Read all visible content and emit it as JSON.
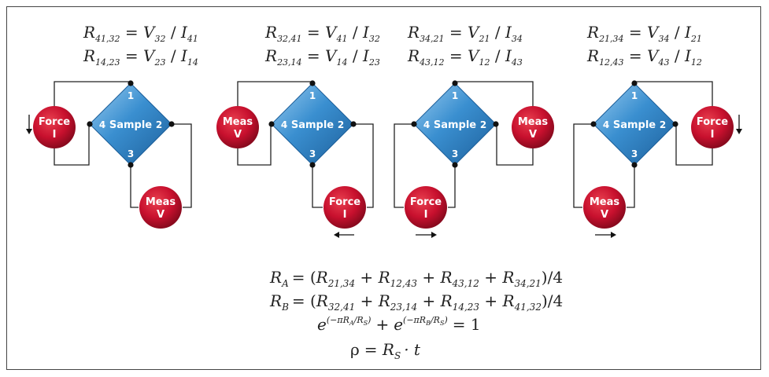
{
  "panels": [
    {
      "eq1": {
        "r": "R",
        "rs": "41,32",
        "v": "V",
        "vs": "32",
        "i": "I",
        "is": "41"
      },
      "eq2": {
        "r": "R",
        "rs": "14,23",
        "v": "V",
        "vs": "23",
        "i": "I",
        "is": "14"
      },
      "sample": {
        "label": "Sample",
        "p1": "1",
        "p2": "2",
        "p3": "3",
        "p4": "4"
      },
      "force": {
        "line1": "Force",
        "line2": "I"
      },
      "meas": {
        "line1": "Meas",
        "line2": "V"
      },
      "arrow": "down-arrow-icon"
    },
    {
      "eq1": {
        "r": "R",
        "rs": "32,41",
        "v": "V",
        "vs": "41",
        "i": "I",
        "is": "32"
      },
      "eq2": {
        "r": "R",
        "rs": "23,14",
        "v": "V",
        "vs": "14",
        "i": "I",
        "is": "23"
      },
      "sample": {
        "label": "Sample",
        "p1": "1",
        "p2": "2",
        "p3": "3",
        "p4": "4"
      },
      "force": {
        "line1": "Force",
        "line2": "I"
      },
      "meas": {
        "line1": "Meas",
        "line2": "V"
      },
      "arrow": "left-arrow-icon"
    },
    {
      "eq1": {
        "r": "R",
        "rs": "34,21",
        "v": "V",
        "vs": "21",
        "i": "I",
        "is": "34"
      },
      "eq2": {
        "r": "R",
        "rs": "43,12",
        "v": "V",
        "vs": "12",
        "i": "I",
        "is": "43"
      },
      "sample": {
        "label": "Sample",
        "p1": "1",
        "p2": "2",
        "p3": "3",
        "p4": "4"
      },
      "force": {
        "line1": "Force",
        "line2": "I"
      },
      "meas": {
        "line1": "Meas",
        "line2": "V"
      },
      "arrow": "right-arrow-icon"
    },
    {
      "eq1": {
        "r": "R",
        "rs": "21,34",
        "v": "V",
        "vs": "34",
        "i": "I",
        "is": "21"
      },
      "eq2": {
        "r": "R",
        "rs": "12,43",
        "v": "V",
        "vs": "43",
        "i": "I",
        "is": "12"
      },
      "sample": {
        "label": "Sample",
        "p1": "1",
        "p2": "2",
        "p3": "3",
        "p4": "4"
      },
      "force": {
        "line1": "Force",
        "line2": "I"
      },
      "meas": {
        "line1": "Meas",
        "line2": "V"
      },
      "arrow": "down-arrow-icon"
    }
  ],
  "formulas": {
    "ra": {
      "lhs": "R",
      "lhs_sub": "A",
      "open": "= (",
      "t1": "R",
      "s1": "21,34",
      "t2": "R",
      "s2": "12,43",
      "t3": "R",
      "s3": "43,12",
      "t4": "R",
      "s4": "34,21",
      "close": ")/4"
    },
    "rb": {
      "lhs": "R",
      "lhs_sub": "B",
      "open": "= (",
      "t1": "R",
      "s1": "32,41",
      "t2": "R",
      "s2": "23,14",
      "t3": "R",
      "s3": "14,23",
      "t4": "R",
      "s4": "41,32",
      "close": ")/4"
    },
    "vdp": {
      "e1": "e",
      "x1": "(−πR",
      "xa": "A",
      "xm": "/R",
      "xs": "S",
      "xc": ")",
      "plus": "+",
      "e2": "e",
      "x2": "(−πR",
      "xb": "B",
      "xm2": "/R",
      "xs2": "S",
      "xc2": ")",
      "rhs": "= 1"
    },
    "rho": {
      "rho": "ρ",
      "eq": "= R",
      "sub": "S",
      "dot": "· t"
    }
  },
  "colors": {
    "node_red": "#c8102e",
    "node_red_dark": "#8a0a1e",
    "sample_blue": "#2f7fc0",
    "sample_blue_light": "#8cc4ec",
    "wire": "#222222",
    "border": "#444444"
  }
}
